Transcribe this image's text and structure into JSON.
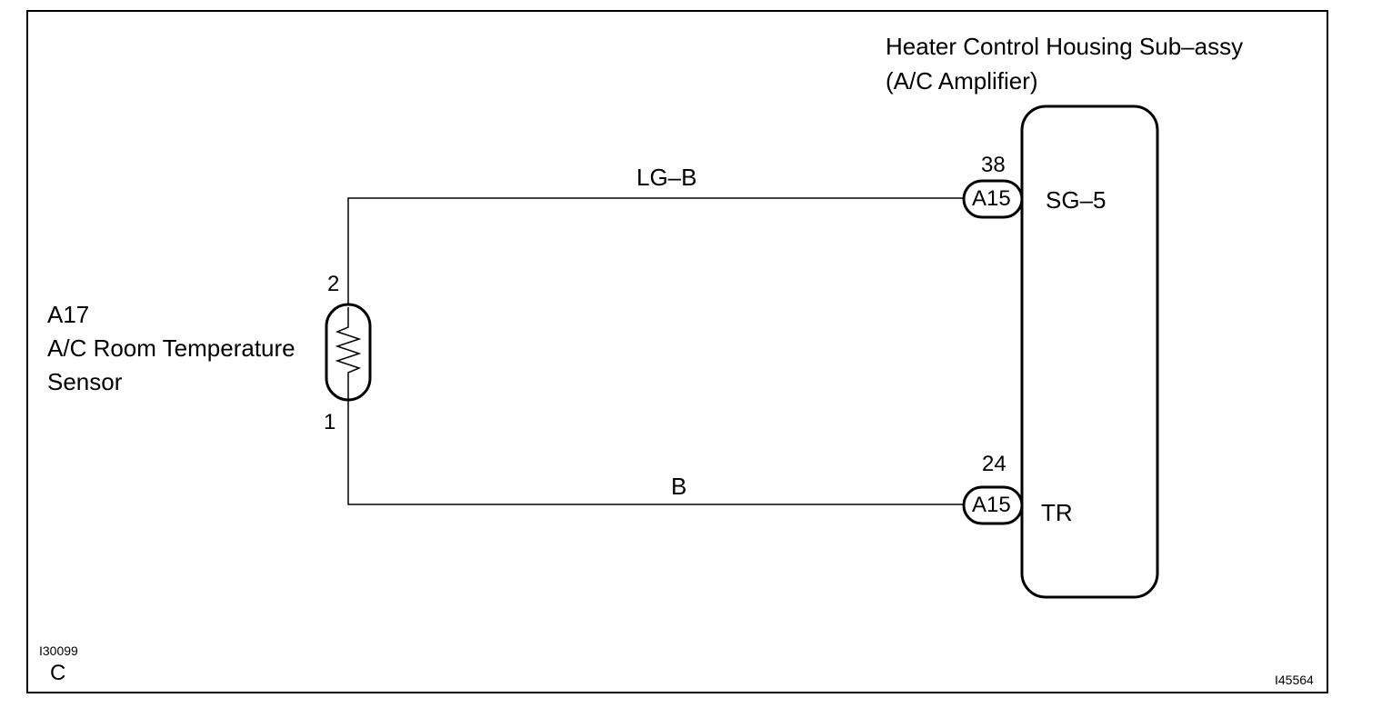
{
  "amplifier": {
    "name_line1": "Heater Control Housing Sub–assy",
    "name_line2": "(A/C Amplifier)"
  },
  "sensor": {
    "code": "A17",
    "name_line1": "A/C Room Temperature",
    "name_line2": "Sensor",
    "pin_top": "2",
    "pin_bottom": "1"
  },
  "wires": [
    {
      "color": "LG–B",
      "pin": "38",
      "connector": "A15",
      "terminal": "SG–5"
    },
    {
      "color": "B",
      "pin": "24",
      "connector": "A15",
      "terminal": "TR"
    }
  ],
  "footer": {
    "ref_left": "I30099",
    "ref_left_letter": "C",
    "ref_right": "I45564"
  }
}
